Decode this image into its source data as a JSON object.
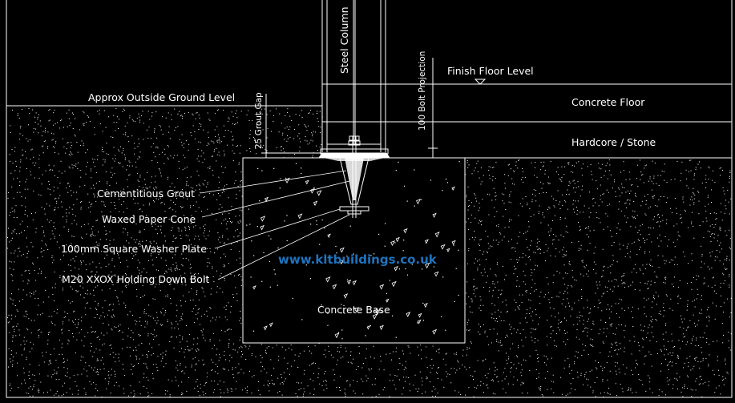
{
  "labels": {
    "steel_column": "Steel Column",
    "finish_floor_level": "Finish Floor Level",
    "bolt_projection": "100 Bolt Projection",
    "outside_ground": "Approx Outside Ground Level",
    "grout_gap": "25 Grout Gap",
    "concrete_floor": "Concrete Floor",
    "hardcore": "Hardcore / Stone",
    "cementitious_grout": "Cementitious Grout",
    "waxed_cone": "Waxed Paper Cone",
    "washer_plate": "100mm Square Washer Plate",
    "holding_bolt": "M20 XXOX Holding Down Bolt",
    "concrete_base": "Concrete Base"
  },
  "watermark": "www.kitbuildings.co.uk",
  "colors": {
    "background": "#000000",
    "lines": "#ffffff",
    "watermark": "#1e73be"
  }
}
